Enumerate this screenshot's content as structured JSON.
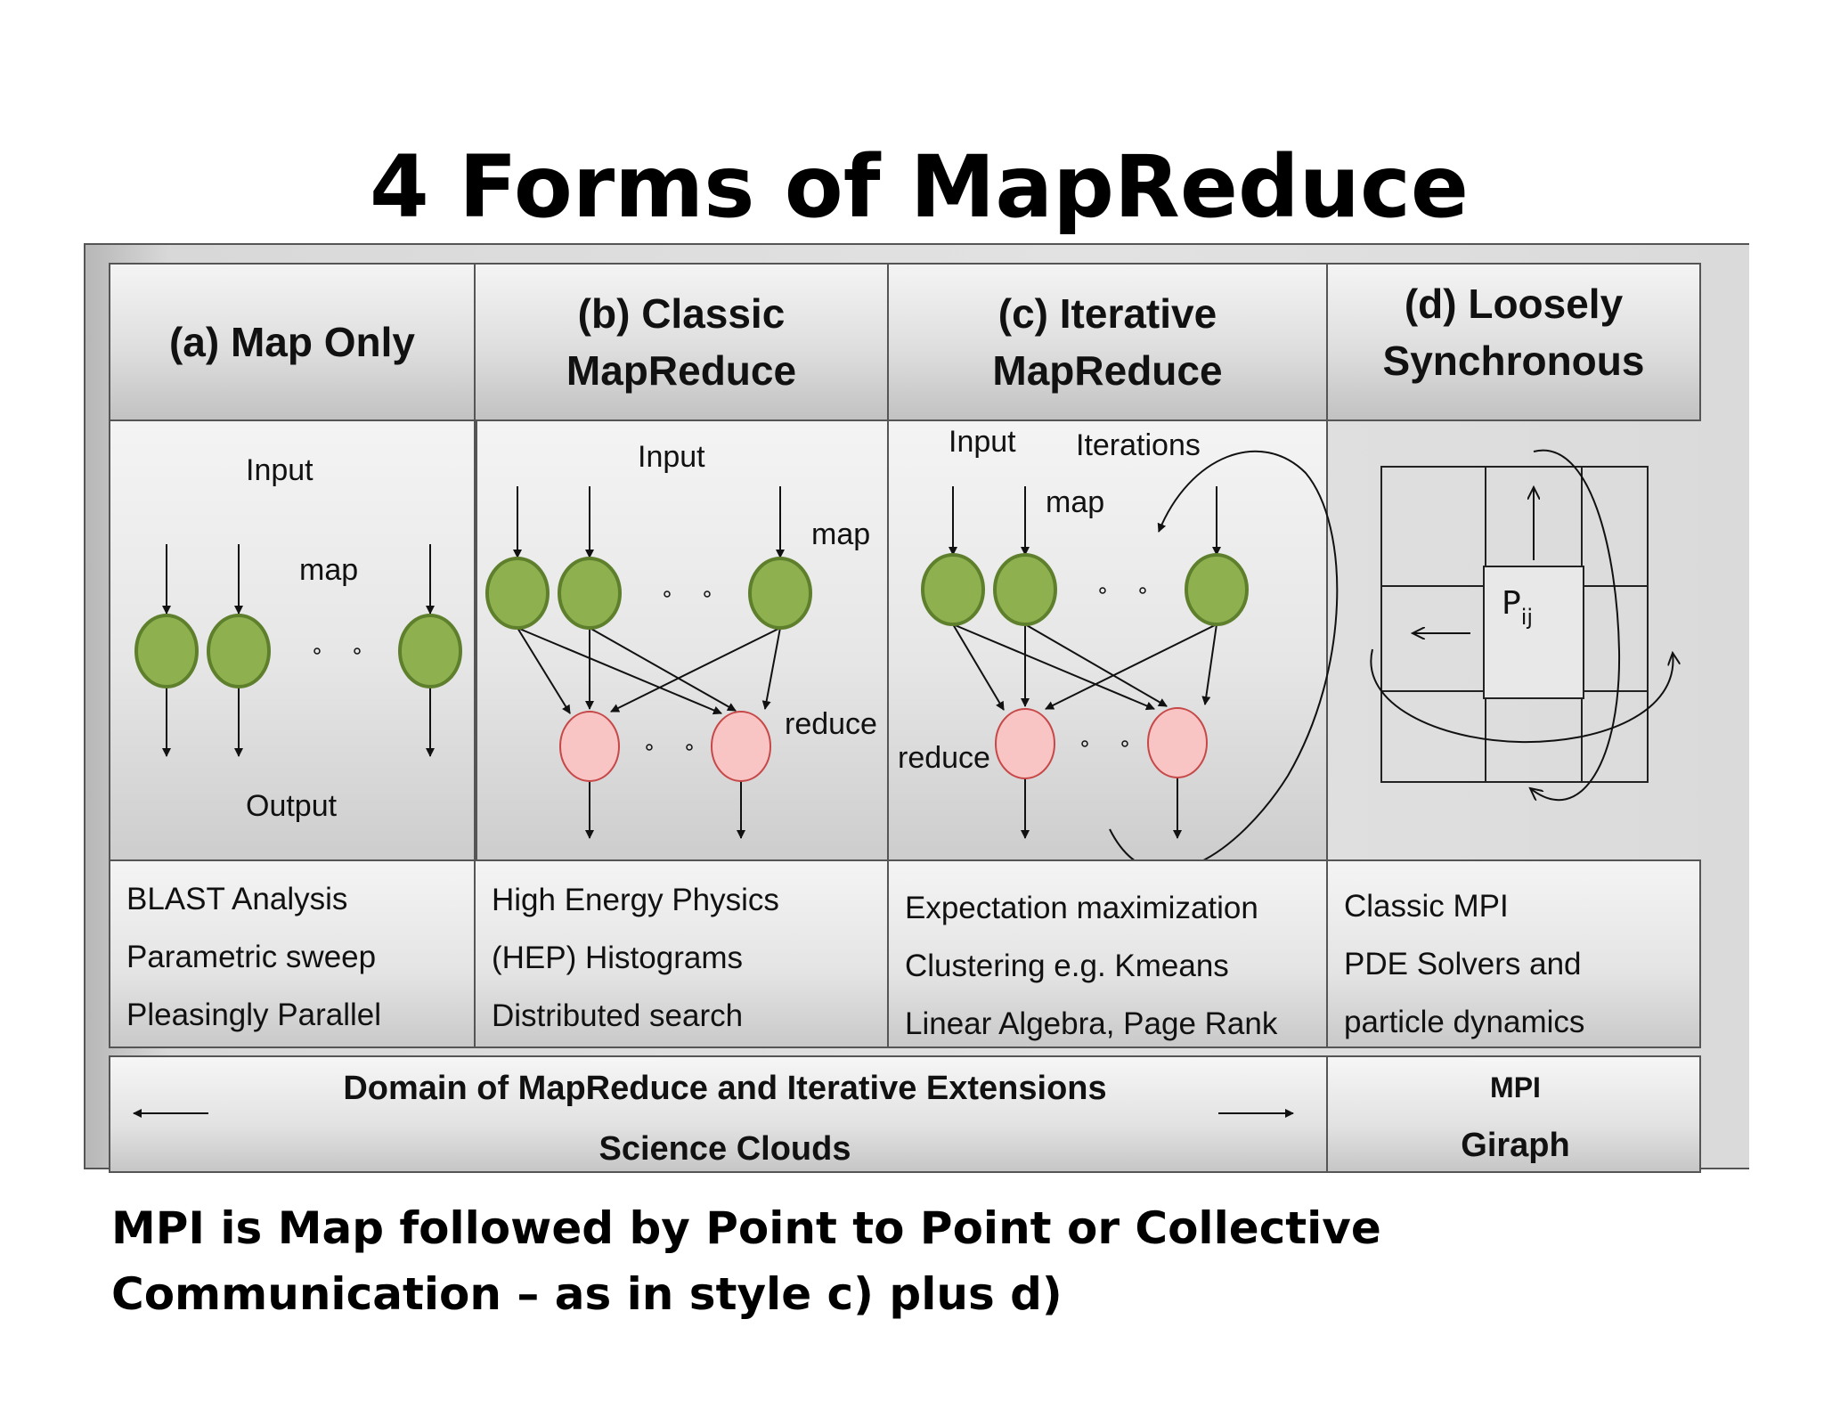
{
  "title": "4 Forms of MapReduce",
  "columns": [
    {
      "header": [
        "(a) Map Only"
      ],
      "examples": [
        "BLAST Analysis",
        "Parametric sweep",
        "Pleasingly Parallel"
      ]
    },
    {
      "header": [
        "(b) Classic",
        "MapReduce"
      ],
      "examples": [
        "High Energy Physics",
        "(HEP) Histograms",
        "Distributed search"
      ]
    },
    {
      "header": [
        "(c) Iterative",
        "MapReduce"
      ],
      "examples": [
        "Expectation maximization",
        "Clustering e.g. Kmeans",
        "Linear Algebra, Page Rank"
      ]
    },
    {
      "header": [
        "(d) Loosely",
        "Synchronous"
      ],
      "examples": [
        "Classic MPI",
        "PDE Solvers and",
        "particle dynamics"
      ]
    }
  ],
  "diagram_labels": {
    "input": "Input",
    "map": "map",
    "reduce": "reduce",
    "output": "Output",
    "iterations": "Iterations",
    "pij": "P",
    "pij_sub": "ij"
  },
  "domain": {
    "mapreduce_line1": "Domain of MapReduce and Iterative Extensions",
    "mapreduce_line2": "Science Clouds",
    "mpi_line1": "MPI",
    "mpi_line2": "Giraph"
  },
  "footer": "MPI is Map followed by Point to Point or Collective Communication – as in style c) plus d)",
  "colors": {
    "map_node": "#8fb04f",
    "map_stroke": "#5e7f2c",
    "reduce_node": "#f9c4c4",
    "reduce_stroke": "#c74848"
  }
}
